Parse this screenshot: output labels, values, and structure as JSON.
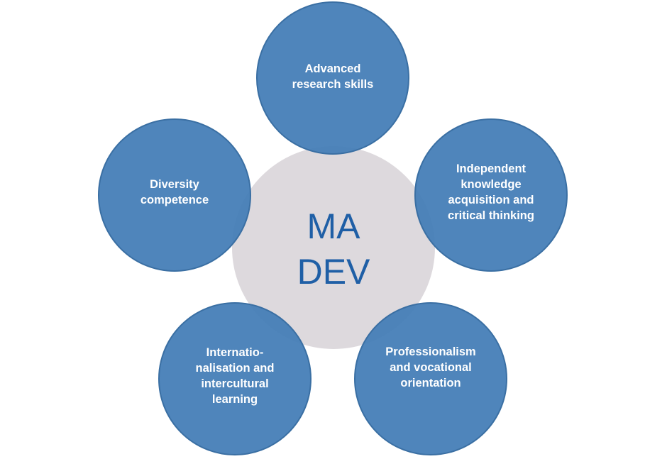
{
  "diagram": {
    "center": {
      "label": "MA\nDEV",
      "color": "#1f5fa6",
      "fill": "#ddd9dd"
    },
    "nodes": [
      {
        "id": "top",
        "label": "Advanced\nresearch skills"
      },
      {
        "id": "right",
        "label": "Independent\nknowledge\nacquisition and\ncritical thinking"
      },
      {
        "id": "bottom-right",
        "label": "Professionalism\nand vocational\norientation"
      },
      {
        "id": "bottom-left",
        "label": "Internatio-\nnalisation and\nintercultural\nlearning"
      },
      {
        "id": "left",
        "label": "Diversity\ncompetence"
      }
    ],
    "node_fill": "#427cb6",
    "node_text_color": "#ffffff"
  }
}
